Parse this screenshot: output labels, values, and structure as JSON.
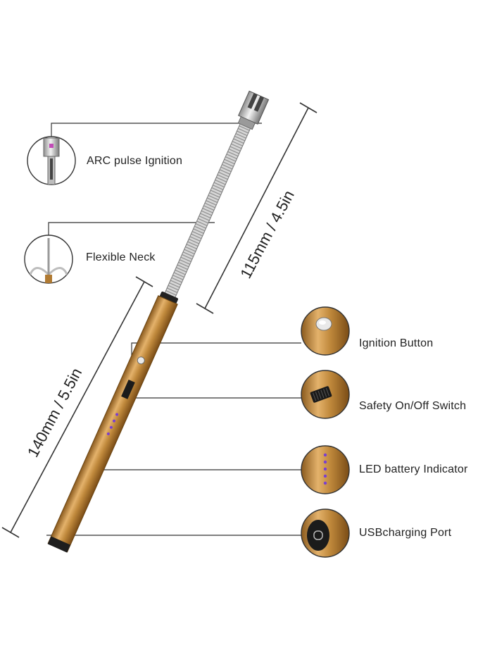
{
  "dimensions": {
    "neck_length": "115mm / 4.5in",
    "body_length": "140mm / 5.5in"
  },
  "callouts": {
    "arc_ignition": "ARC pulse Ignition",
    "flexible_neck": "Flexible Neck",
    "ignition_button": "Ignition Button",
    "safety_switch": "Safety On/Off Switch",
    "led_indicator": "LED battery Indicator",
    "usb_port": "USBcharging Port"
  },
  "colors": {
    "body": "#c0893c",
    "body_dark": "#8a5a1e",
    "body_light": "#e4b26b",
    "neck": "#cfcfcf",
    "led": "#7a3fd0",
    "line": "#333333"
  }
}
